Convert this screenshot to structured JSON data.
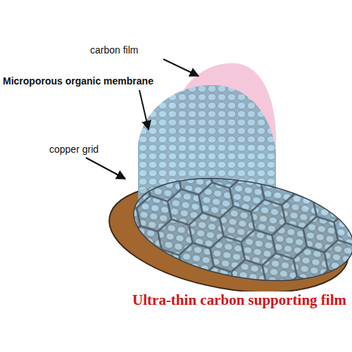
{
  "diagram": {
    "caption": "Ultra-thin carbon supporting film",
    "labels": [
      "carbon film",
      "Microporous organic membrane",
      "copper grid"
    ]
  }
}
